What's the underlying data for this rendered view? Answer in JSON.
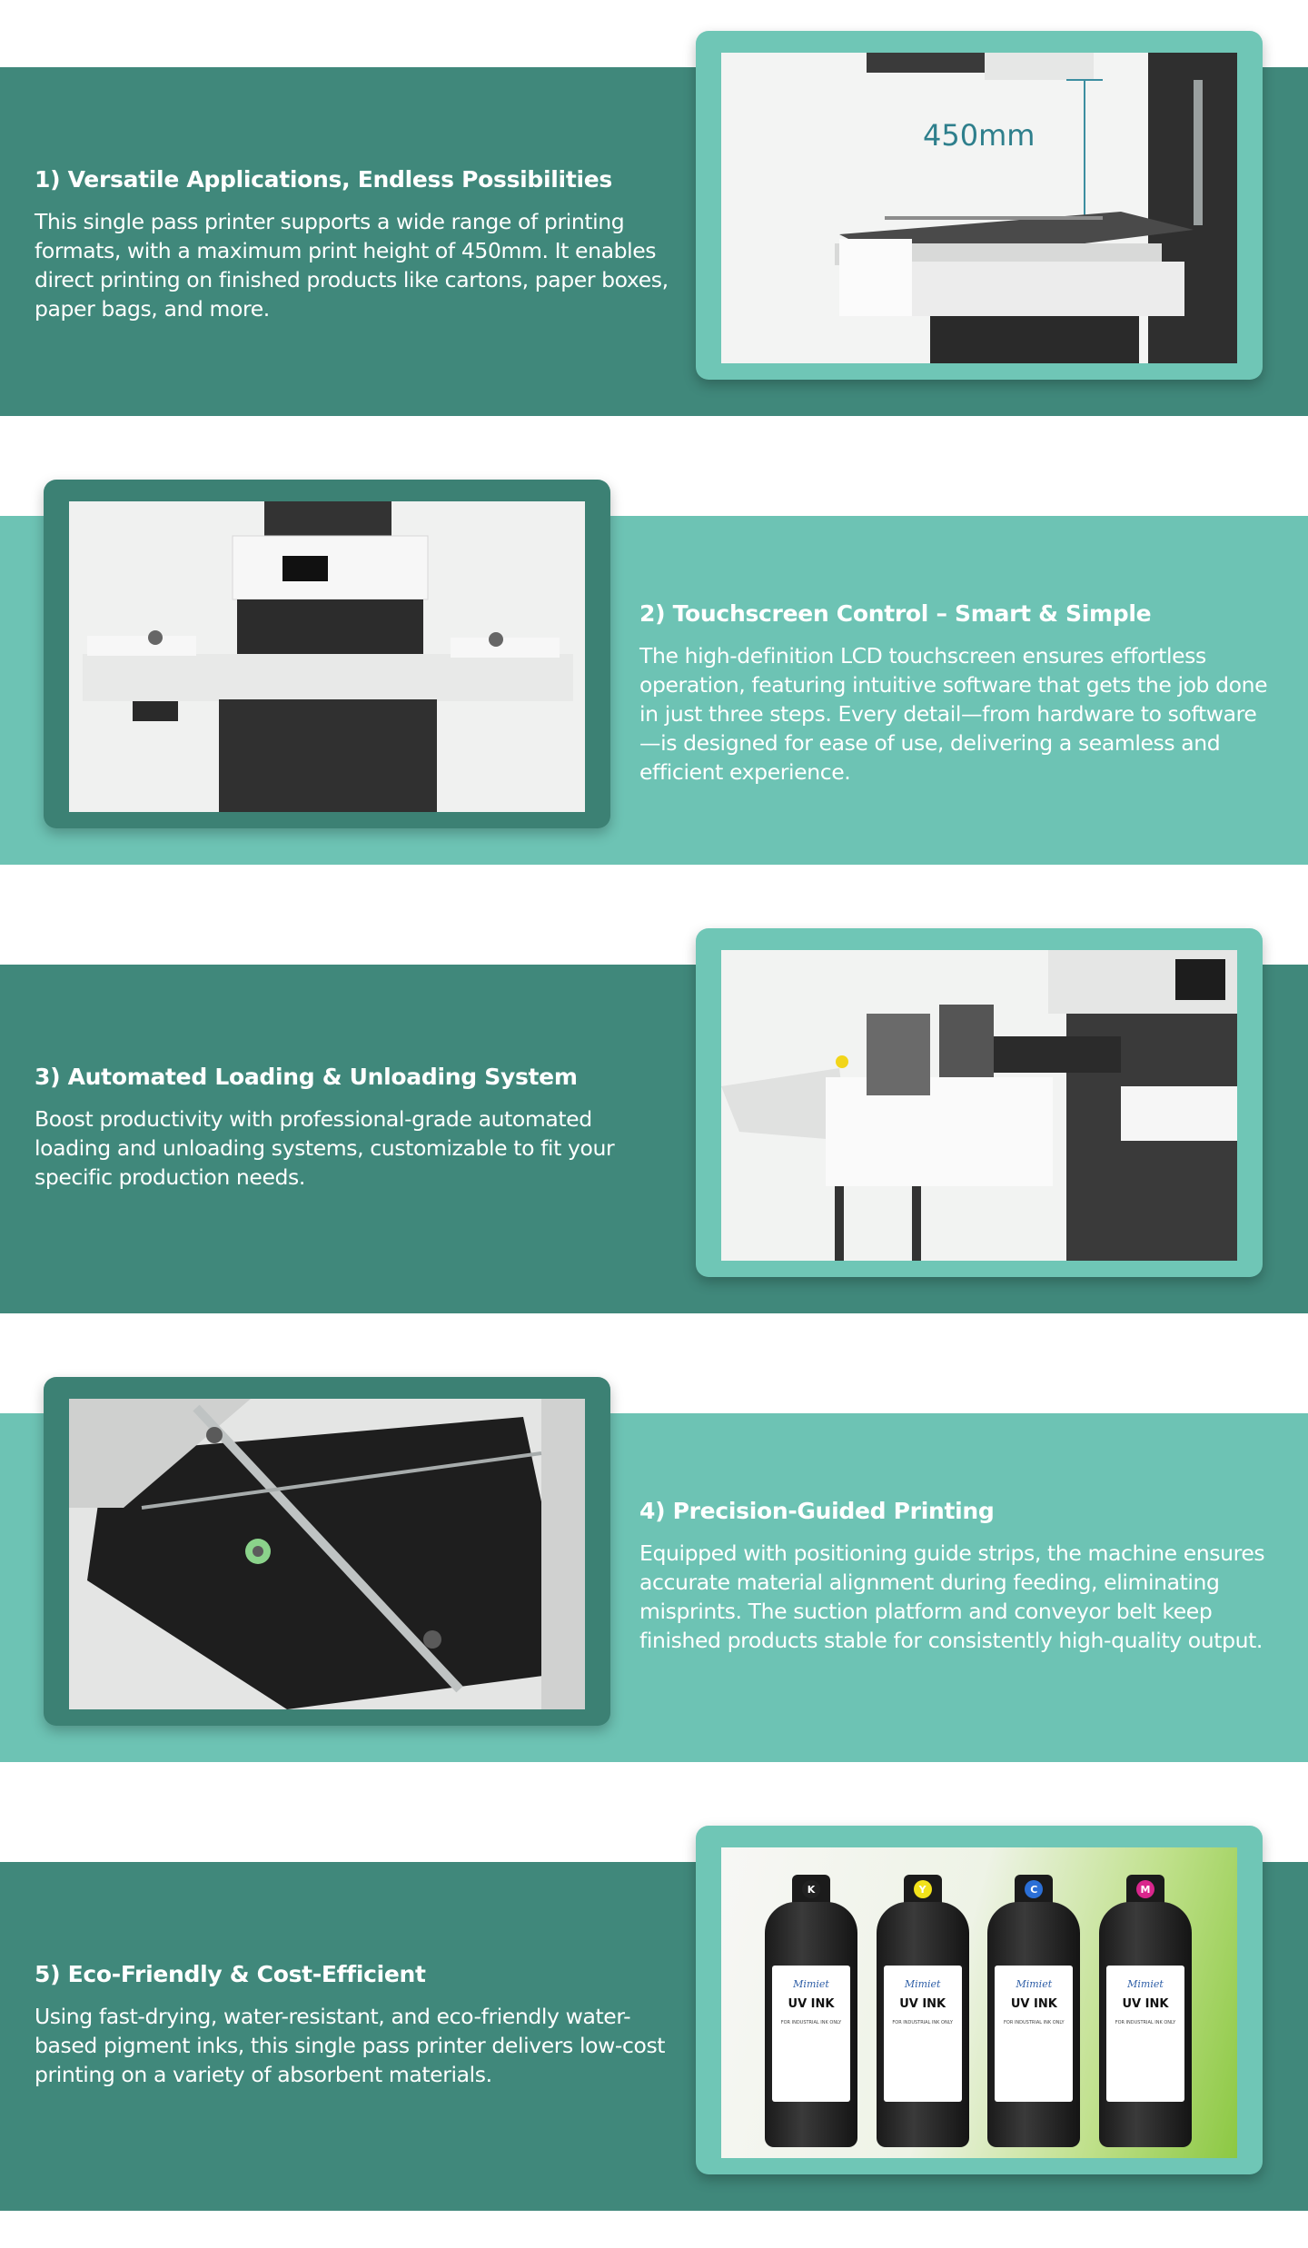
{
  "colors": {
    "dark_teal": "#40887B",
    "light_teal": "#6DC3B4",
    "frame_light": "#6FC6B6",
    "frame_dark": "#3C8174",
    "white": "#FFFFFF"
  },
  "sections": [
    {
      "heading": "1) Versatile Applications, Endless Possibilities",
      "description": "This single pass printer supports a wide range of printing formats, with a maximum print height of 450mm. It enables direct printing on finished products like cartons, paper boxes, paper bags, and more.",
      "image_label": "450mm"
    },
    {
      "heading": "2) Touchscreen Control – Smart & Simple",
      "description": "The high-definition LCD touchscreen ensures effortless operation, featuring intuitive software that gets the job done in just three steps. Every detail—from hardware to software—is designed for ease of use, delivering a seamless and efficient experience."
    },
    {
      "heading": "3) Automated Loading & Unloading System",
      "description": "Boost productivity with professional-grade automated loading and unloading systems, customizable to fit your specific production needs."
    },
    {
      "heading": "4) Precision-Guided Printing",
      "description": "Equipped with positioning guide strips, the machine ensures accurate material alignment during feeding, eliminating misprints. The suction platform and conveyor belt keep finished products stable for consistently high-quality output."
    },
    {
      "heading": "5) Eco-Friendly & Cost-Efficient",
      "description": "Using fast-drying, water-resistant, and eco-friendly water-based pigment inks, this single pass printer delivers low-cost printing on a variety of absorbent materials.",
      "bottles": [
        {
          "cap_letter": "K",
          "cap_color": "#222222",
          "brand": "Mimiet",
          "label": "UV INK",
          "sub": "FOR INDUSTRIAL INK ONLY"
        },
        {
          "cap_letter": "Y",
          "cap_color": "#F2E21B",
          "brand": "Mimiet",
          "label": "UV INK",
          "sub": "FOR INDUSTRIAL INK ONLY"
        },
        {
          "cap_letter": "C",
          "cap_color": "#2B6FD6",
          "brand": "Mimiet",
          "label": "UV INK",
          "sub": "FOR INDUSTRIAL INK ONLY"
        },
        {
          "cap_letter": "M",
          "cap_color": "#D9268C",
          "brand": "Mimiet",
          "label": "UV INK",
          "sub": "FOR INDUSTRIAL INK ONLY"
        }
      ]
    }
  ]
}
